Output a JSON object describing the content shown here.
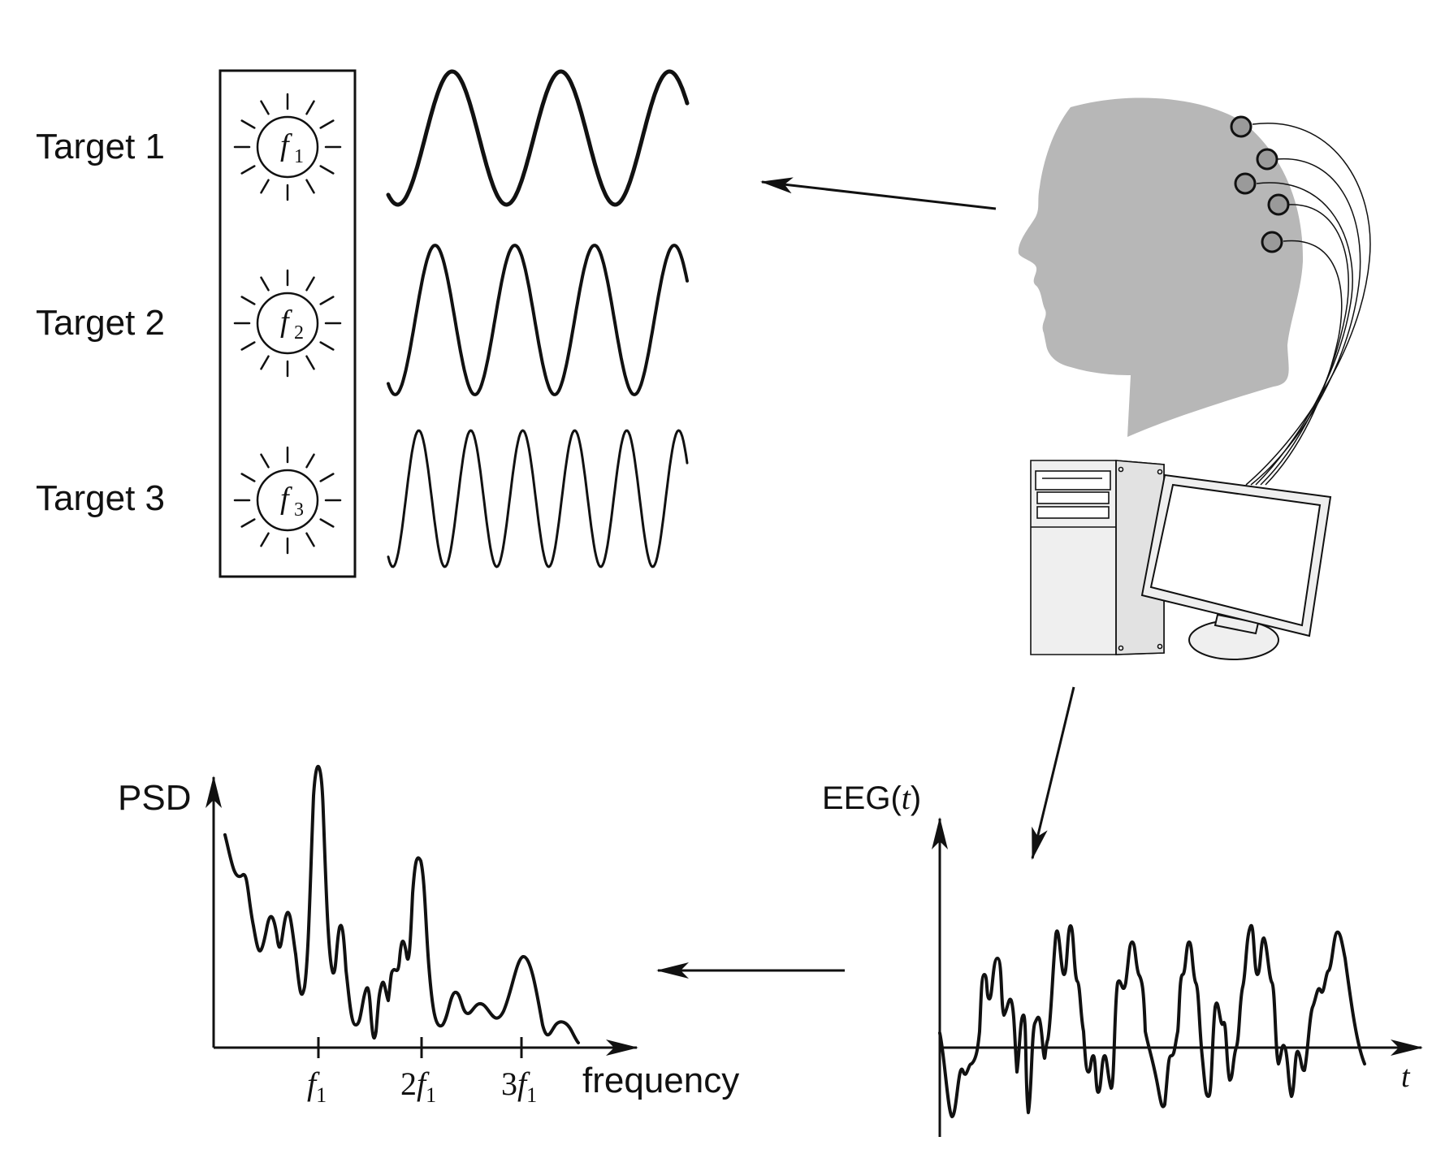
{
  "targets": [
    {
      "label": "Target 1",
      "freq_symbol": "f",
      "freq_sub": "1",
      "cycles": 2.75
    },
    {
      "label": "Target 2",
      "freq_symbol": "f",
      "freq_sub": "2",
      "cycles": 3.75
    },
    {
      "label": "Target 3",
      "freq_symbol": "f",
      "freq_sub": "3",
      "cycles": 5.75
    }
  ],
  "psd_plot": {
    "y_label": "PSD",
    "x_label": "frequency",
    "ticks": [
      {
        "prefix": "",
        "symbol": "f",
        "sub": "1"
      },
      {
        "prefix": "2",
        "symbol": "f",
        "sub": "1"
      },
      {
        "prefix": "3",
        "symbol": "f",
        "sub": "1"
      }
    ]
  },
  "eeg_plot": {
    "y_label_prefix": "EEG(",
    "y_label_var": "t",
    "y_label_suffix": ")",
    "x_label": "t"
  },
  "colors": {
    "ink": "#111111",
    "head": "#b7b7b7",
    "computer_fill": "#efefef"
  },
  "icons": [
    "sun-stimulus-icon",
    "head-silhouette-icon",
    "electrode-icon",
    "computer-tower-icon",
    "monitor-icon"
  ]
}
